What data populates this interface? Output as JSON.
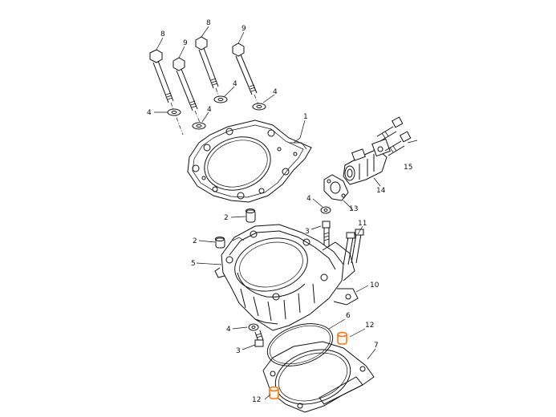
{
  "diagram": {
    "highlight_color": "#f07818",
    "line_color": "#111111",
    "background": "#ffffff",
    "callouts": {
      "c1": "1",
      "c2a": "2",
      "c2b": "2",
      "c3a": "3",
      "c3b": "3",
      "c4a": "4",
      "c4b": "4",
      "c4c": "4",
      "c4d": "4",
      "c4e": "4",
      "c4f": "4",
      "c5": "5",
      "c6": "6",
      "c7": "7",
      "c8a": "8",
      "c8b": "8",
      "c9a": "9",
      "c9b": "9",
      "c10": "10",
      "c11": "11",
      "c12a": "12",
      "c12b": "12",
      "c13": "13",
      "c14": "14",
      "c15": "15"
    }
  }
}
